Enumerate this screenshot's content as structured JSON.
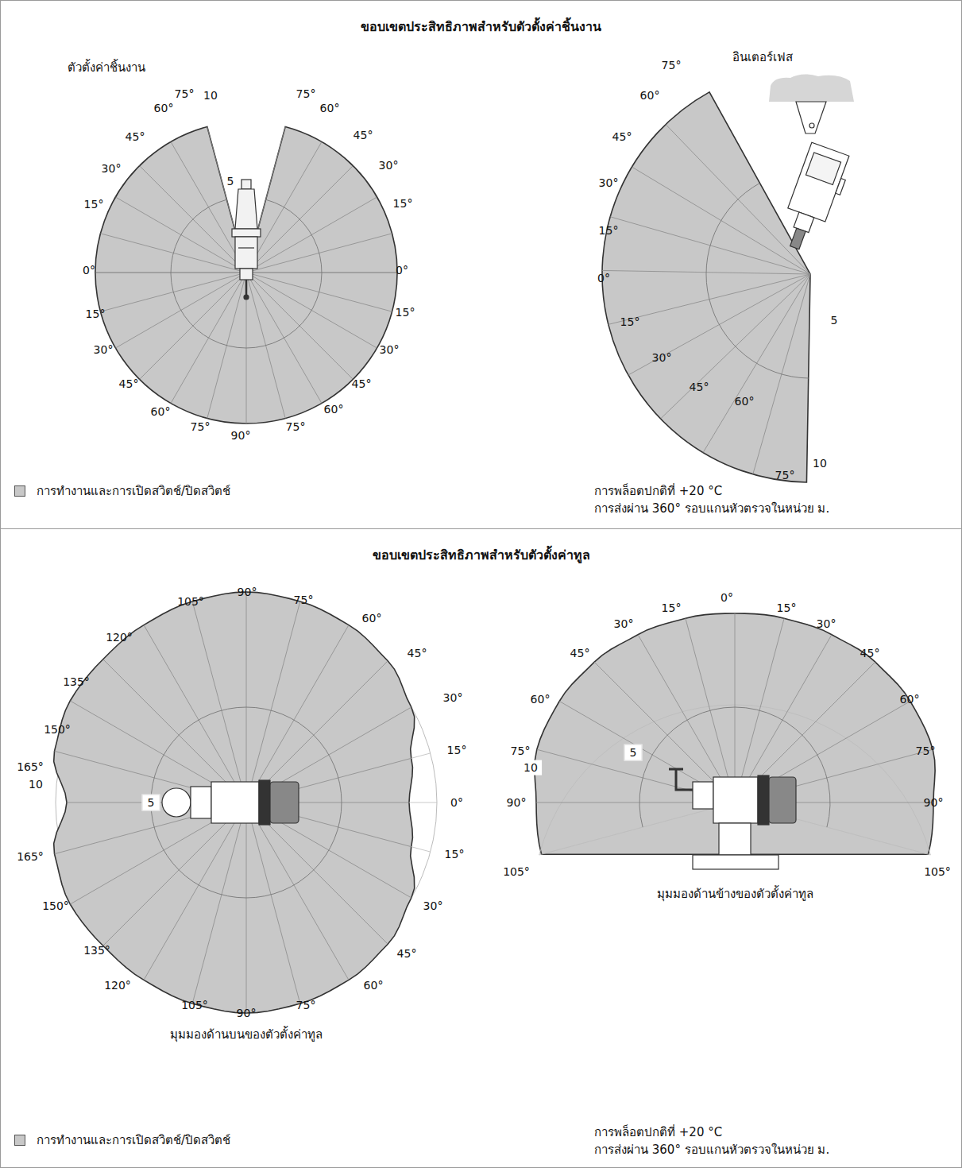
{
  "diagram": {
    "nodes": [
      {
        "text": [
          "ขอบเขตประสิทธิภาพสำหรับตัวตั้งค่าชิ้นงาน"
        ]
      },
      {
        "text": [
          "ขอบเขตประสิทธิภาพสำหรับตัวตั้งค่าทูล"
        ]
      }
    ],
    "labels": [
      "ตัวตั้งค่าชิ้นงาน",
      "75°",
      "10",
      "75°",
      "60°",
      "60°",
      "45°",
      "45°",
      "5",
      "30°",
      "30°",
      "15°",
      "15°",
      "0°",
      "0°",
      "15°",
      "15°",
      "30°",
      "30°",
      "45°",
      "45°",
      "60°",
      "60°",
      "75°",
      "90°",
      "75°",
      "อินเตอร์เฟส",
      "75°",
      "60°",
      "45°",
      "30°",
      "15°",
      "0°",
      "15°",
      "5",
      "30°",
      "45°",
      "60°",
      "10",
      "75°",
      "การพล็อตปกติที่ +20 °C",
      "การส่งผ่าน 360° รอบแกนหัวตรวจในหน่วย ม.",
      "105°",
      "90°",
      "75°",
      "120°",
      "60°",
      "135°",
      "45°",
      "150°",
      "30°",
      "165°",
      "15°",
      "10",
      "5",
      "0°",
      "165°",
      "15°",
      "150°",
      "30°",
      "135°",
      "45°",
      "120°",
      "60°",
      "105°",
      "90°",
      "75°",
      "มุมมองด้านบนของตัวตั้งค่าทูล",
      "15°",
      "0°",
      "15°",
      "30°",
      "30°",
      "45°",
      "45°",
      "60°",
      "60°",
      "75°",
      "75°",
      "10",
      "5",
      "90°",
      "90°",
      "105°",
      "105°",
      "มุมมองด้านข้างของตัวตั้งค่าทูล",
      "การพล็อตปกติที่ +20 °C",
      "การส่งผ่าน 360° รอบแกนหัวตรวจในหน่วย ม."
    ],
    "legend": [
      {
        "text": "การทำงานและการเปิดสวิตช์/ปิดสวิตช์",
        "color": "#c8c8c8"
      },
      {
        "text": "การทำงานและการเปิดสวิตช์/ปิดสวิตช์",
        "color": "#c8c8c8"
      }
    ]
  }
}
